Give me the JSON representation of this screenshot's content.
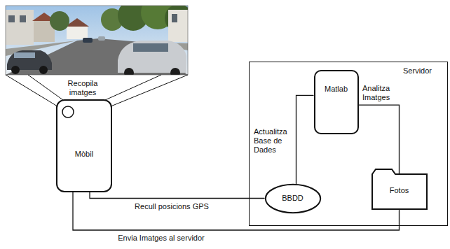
{
  "diagram": {
    "nodes": [
      {
        "text": [
          "Mòbil"
        ]
      },
      {
        "text": [
          "Servidor"
        ]
      },
      {
        "text": [
          "Matlab"
        ],
        "in": 1
      },
      {
        "text": [
          "BBDD"
        ],
        "in": 1
      },
      {
        "text": [
          "Fotos"
        ],
        "in": 1
      }
    ],
    "edges": [
      {
        "from": 0,
        "to": 3,
        "label": "Recull posicions GPS",
        "arrow": "none"
      },
      {
        "from": 0,
        "to": 4,
        "label": "Envia Imatges al servidor",
        "arrow": "none"
      },
      {
        "from": 2,
        "to": 3,
        "label": "Actualitza Base de Dades",
        "arrow": "none"
      },
      {
        "from": 2,
        "to": 4,
        "label": "Analitza Imatges",
        "arrow": "none"
      }
    ],
    "labels": [
      "Recopila imatges"
    ]
  }
}
